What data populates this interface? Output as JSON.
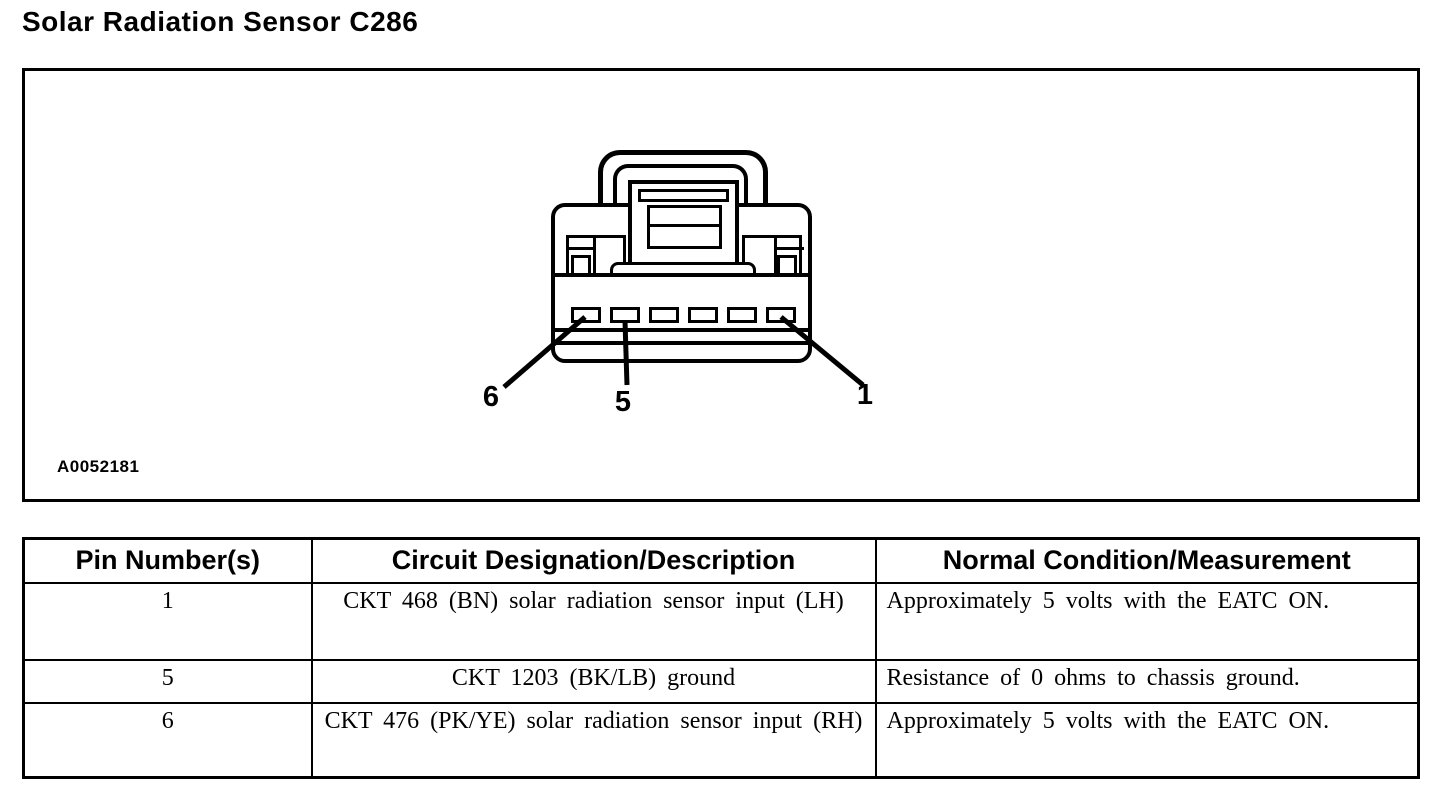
{
  "page": {
    "title": "Solar Radiation Sensor C286"
  },
  "colors": {
    "ink": "#000000",
    "paper": "#ffffff"
  },
  "figure": {
    "figure_id": "A0052181",
    "pin_labels": [
      "6",
      "5",
      "1"
    ]
  },
  "table": {
    "headers": [
      "Pin Number(s)",
      "Circuit Designation/Description",
      "Normal Condition/Measurement"
    ],
    "rows": [
      {
        "pin": "1",
        "circuit": "CKT 468 (BN) solar radiation sensor input (LH)",
        "condition": "Approximately 5 volts with the EATC ON."
      },
      {
        "pin": "5",
        "circuit": "CKT 1203 (BK/LB) ground",
        "condition": "Resistance of 0 ohms to chassis ground."
      },
      {
        "pin": "6",
        "circuit": "CKT 476 (PK/YE) solar radiation sensor input (RH)",
        "condition": "Approximately 5 volts with the EATC ON."
      }
    ]
  }
}
